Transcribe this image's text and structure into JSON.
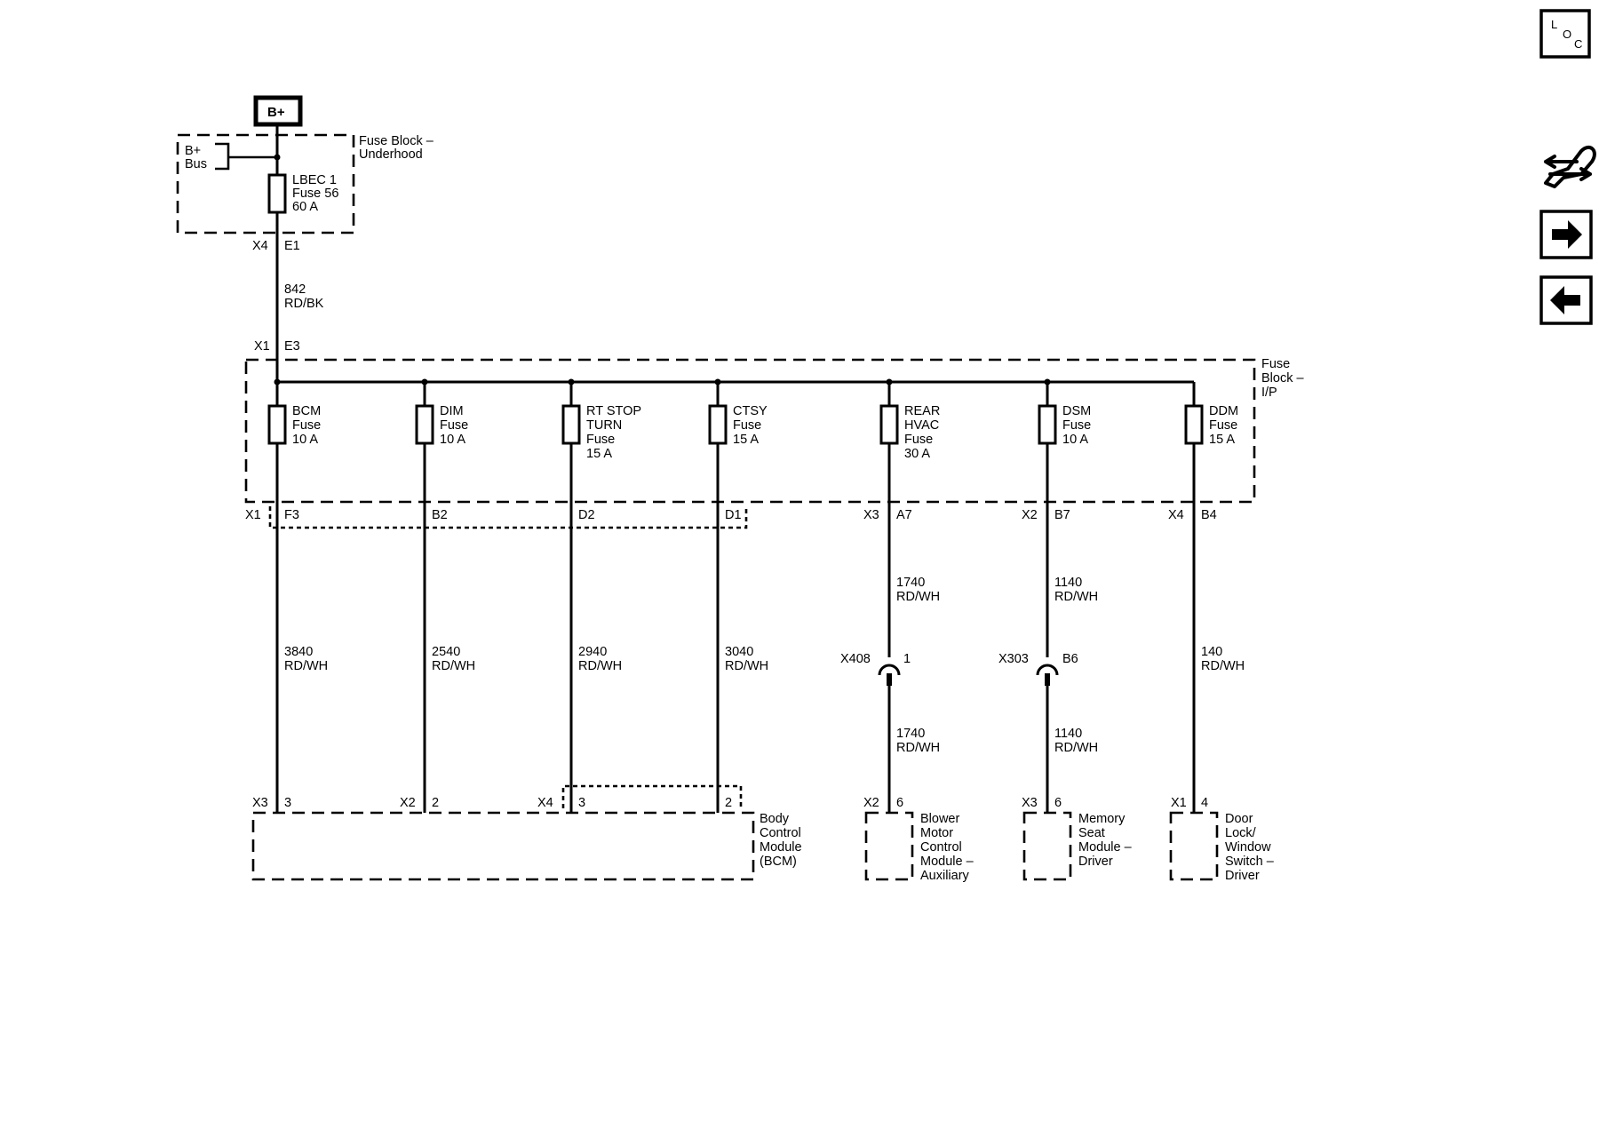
{
  "power_source": "B+",
  "underhood": {
    "block_name": [
      "Fuse Block –",
      "Underhood"
    ],
    "bus_label": [
      "B+",
      "Bus"
    ],
    "fuse": [
      "LBEC 1",
      "Fuse 56",
      "60 A"
    ],
    "out_connector": "X4",
    "out_pin": "E1"
  },
  "feed_wire": {
    "circuit": "842",
    "color": "RD/BK"
  },
  "ip_block": {
    "name": [
      "Fuse",
      "Block –",
      "I/P"
    ],
    "in_connector": "X1",
    "in_pin": "E3"
  },
  "branches": [
    {
      "fuse": [
        "BCM",
        "Fuse",
        "10 A"
      ],
      "out_connector": "X1",
      "out_pin": "F3",
      "wire": {
        "circuit": "3840",
        "color": "RD/WH"
      },
      "dest_connector": "X3",
      "dest_pin": "3"
    },
    {
      "fuse": [
        "DIM",
        "Fuse",
        "10 A"
      ],
      "out_connector": "",
      "out_pin": "B2",
      "wire": {
        "circuit": "2540",
        "color": "RD/WH"
      },
      "dest_connector": "X2",
      "dest_pin": "2"
    },
    {
      "fuse": [
        "RT STOP",
        "TURN",
        "Fuse",
        "15 A"
      ],
      "out_connector": "",
      "out_pin": "D2",
      "wire": {
        "circuit": "2940",
        "color": "RD/WH"
      },
      "dest_connector": "X4",
      "dest_pin": "3"
    },
    {
      "fuse": [
        "CTSY",
        "Fuse",
        "15 A"
      ],
      "out_connector": "",
      "out_pin": "D1",
      "wire": {
        "circuit": "3040",
        "color": "RD/WH"
      },
      "dest_connector": "",
      "dest_pin": "2"
    },
    {
      "fuse": [
        "REAR",
        "HVAC",
        "Fuse",
        "30 A"
      ],
      "out_connector": "X3",
      "out_pin": "A7",
      "wire_upper": {
        "circuit": "1740",
        "color": "RD/WH"
      },
      "inline": {
        "name": "X408",
        "pin": "1"
      },
      "wire_lower": {
        "circuit": "1740",
        "color": "RD/WH"
      },
      "dest_connector": "X2",
      "dest_pin": "6"
    },
    {
      "fuse": [
        "DSM",
        "Fuse",
        "10 A"
      ],
      "out_connector": "X2",
      "out_pin": "B7",
      "wire_upper": {
        "circuit": "1140",
        "color": "RD/WH"
      },
      "inline": {
        "name": "X303",
        "pin": "B6"
      },
      "wire_lower": {
        "circuit": "1140",
        "color": "RD/WH"
      },
      "dest_connector": "X3",
      "dest_pin": "6"
    },
    {
      "fuse": [
        "DDM",
        "Fuse",
        "15 A"
      ],
      "out_connector": "X4",
      "out_pin": "B4",
      "wire": {
        "circuit": "140",
        "color": "RD/WH"
      },
      "dest_connector": "X1",
      "dest_pin": "4"
    }
  ],
  "modules": [
    {
      "name": [
        "Body",
        "Control",
        "Module",
        "(BCM)"
      ]
    },
    {
      "name": [
        "Blower",
        "Motor",
        "Control",
        "Module –",
        "Auxiliary"
      ]
    },
    {
      "name": [
        "Memory",
        "Seat",
        "Module –",
        "Driver"
      ]
    },
    {
      "name": [
        "Door",
        "Lock/",
        "Window",
        "Switch –",
        "Driver"
      ]
    }
  ],
  "sidebar": {
    "loc_letters": [
      "L",
      "O",
      "C"
    ],
    "icons": [
      "connector-tool-icon",
      "arrow-right-icon",
      "arrow-left-icon"
    ]
  }
}
